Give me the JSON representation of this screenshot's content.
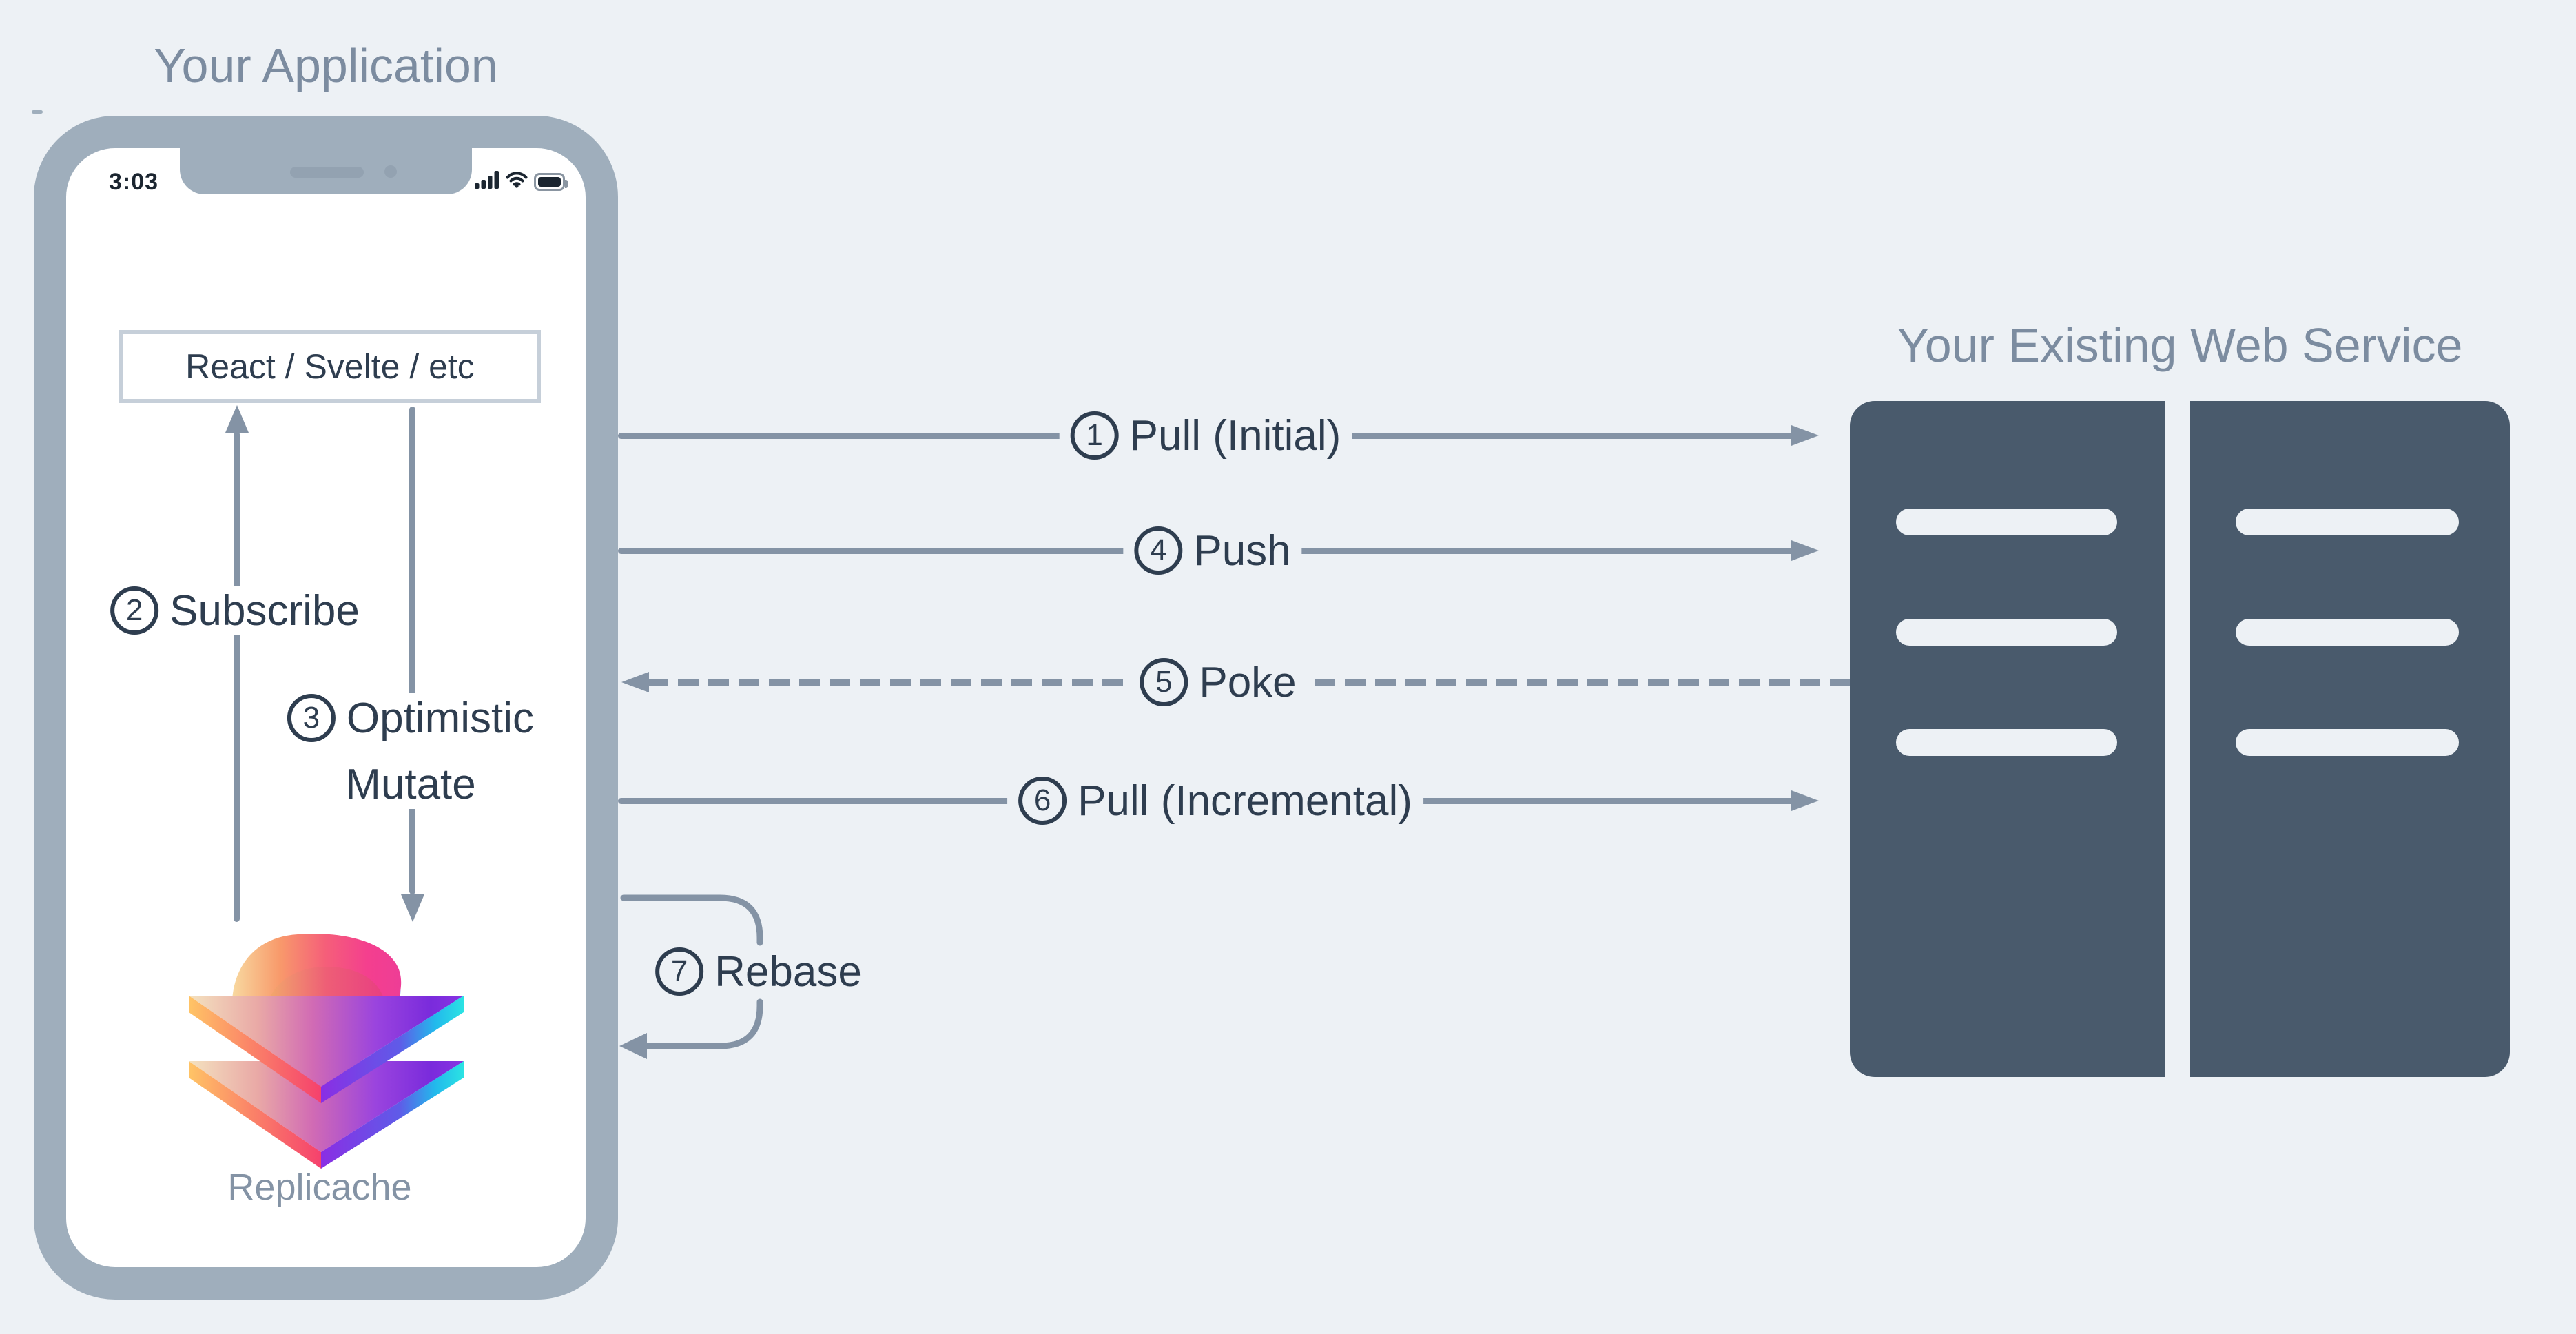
{
  "app": {
    "title": "Your Application",
    "status": {
      "time": "3:03",
      "icons": [
        "signal-bars-icon",
        "wifi-icon",
        "battery-icon"
      ]
    },
    "framework_box": "React / Svelte / etc",
    "logo": "replicache-logo",
    "logo_label": "Replicache"
  },
  "client_flows": {
    "subscribe": {
      "num": "2",
      "label": "Subscribe"
    },
    "optimistic": {
      "num": "3",
      "label": "Optimistic",
      "label_line2": "Mutate"
    }
  },
  "network_flows": {
    "pull_initial": {
      "num": "1",
      "label": "Pull (Initial)",
      "direction": "right",
      "style": "solid"
    },
    "push": {
      "num": "4",
      "label": "Push",
      "direction": "right",
      "style": "solid"
    },
    "poke": {
      "num": "5",
      "label": "Poke",
      "direction": "left",
      "style": "dashed"
    },
    "pull_incremental": {
      "num": "6",
      "label": "Pull (Incremental)",
      "direction": "right",
      "style": "solid"
    },
    "rebase": {
      "num": "7",
      "label": "Rebase",
      "direction": "loop",
      "style": "solid"
    }
  },
  "service": {
    "title": "Your Existing Web Service",
    "servers": 2,
    "slots_per_server": 3
  },
  "colors": {
    "bg": "#EDF1F5",
    "frame": "#9FAEBC",
    "notchDark": "#93A2B1",
    "arrow": "#8493A5",
    "title": "#7C8CA0",
    "ink": "#2E3D4F",
    "slab": "#495A6C",
    "pill": "#EDF1F5",
    "boxBorder": "#C6CFD9",
    "statusInk": "#1B2530",
    "batteryRim": "#8A95A1",
    "wordmark": "#8493A5",
    "screen": "#FFFFFF"
  }
}
